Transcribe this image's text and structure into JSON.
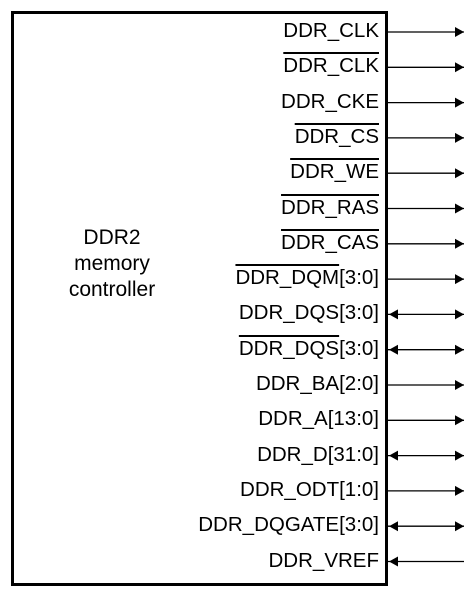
{
  "block": {
    "title_lines": [
      "DDR2",
      "memory",
      "controller"
    ]
  },
  "signals": [
    {
      "name": "DDR_CLK",
      "bar_text": "",
      "suffix": "",
      "dir": "out"
    },
    {
      "name": "",
      "bar_text": "DDR_CLK",
      "suffix": "",
      "dir": "out"
    },
    {
      "name": "DDR_CKE",
      "bar_text": "",
      "suffix": "",
      "dir": "out"
    },
    {
      "name": "",
      "bar_text": "DDR_CS",
      "suffix": "",
      "dir": "out"
    },
    {
      "name": "",
      "bar_text": "DDR_WE",
      "suffix": "",
      "dir": "out"
    },
    {
      "name": "",
      "bar_text": "DDR_RAS",
      "suffix": "",
      "dir": "out"
    },
    {
      "name": "",
      "bar_text": "DDR_CAS",
      "suffix": "",
      "dir": "out"
    },
    {
      "name": "",
      "bar_text": "DDR_DQM",
      "suffix": "[3:0]",
      "dir": "out"
    },
    {
      "name": "DDR_DQS[3:0]",
      "bar_text": "",
      "suffix": "",
      "dir": "bi"
    },
    {
      "name": "",
      "bar_text": "DDR_DQS",
      "suffix": "[3:0]",
      "dir": "bi"
    },
    {
      "name": "DDR_BA[2:0]",
      "bar_text": "",
      "suffix": "",
      "dir": "out"
    },
    {
      "name": "DDR_A[13:0]",
      "bar_text": "",
      "suffix": "",
      "dir": "out"
    },
    {
      "name": "DDR_D[31:0]",
      "bar_text": "",
      "suffix": "",
      "dir": "bi"
    },
    {
      "name": "DDR_ODT[1:0]",
      "bar_text": "",
      "suffix": "",
      "dir": "out"
    },
    {
      "name": "DDR_DQGATE[3:0]",
      "bar_text": "",
      "suffix": "",
      "dir": "bi"
    },
    {
      "name": "DDR_VREF",
      "bar_text": "",
      "suffix": "",
      "dir": "in"
    }
  ]
}
